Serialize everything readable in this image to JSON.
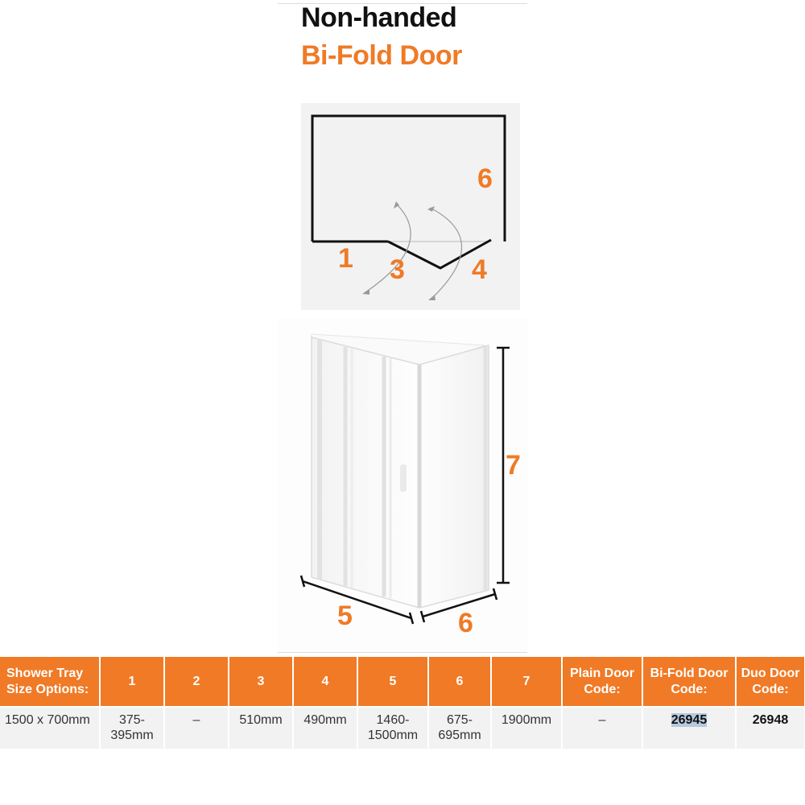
{
  "header": {
    "title": "Non-handed",
    "subtitle": "Bi-Fold Door"
  },
  "plan_diagram": {
    "labels": [
      "1",
      "3",
      "4",
      "6"
    ]
  },
  "elevation_diagram": {
    "labels": [
      "7",
      "5",
      "6"
    ]
  },
  "table": {
    "headers": [
      "Shower Tray Size Options:",
      "1",
      "2",
      "3",
      "4",
      "5",
      "6",
      "7",
      "Plain Door Code:",
      "Bi-Fold Door Code:",
      "Duo Door Code:"
    ],
    "rows": [
      [
        "1500 x 700mm",
        "375-395mm",
        "–",
        "510mm",
        "490mm",
        "1460-1500mm",
        "675-695mm",
        "1900mm",
        "–",
        "26945",
        "26948"
      ]
    ]
  },
  "colors": {
    "accent": "#f07a26",
    "row_bg": "#f2f2f2",
    "highlight": "#b7c9dd"
  }
}
